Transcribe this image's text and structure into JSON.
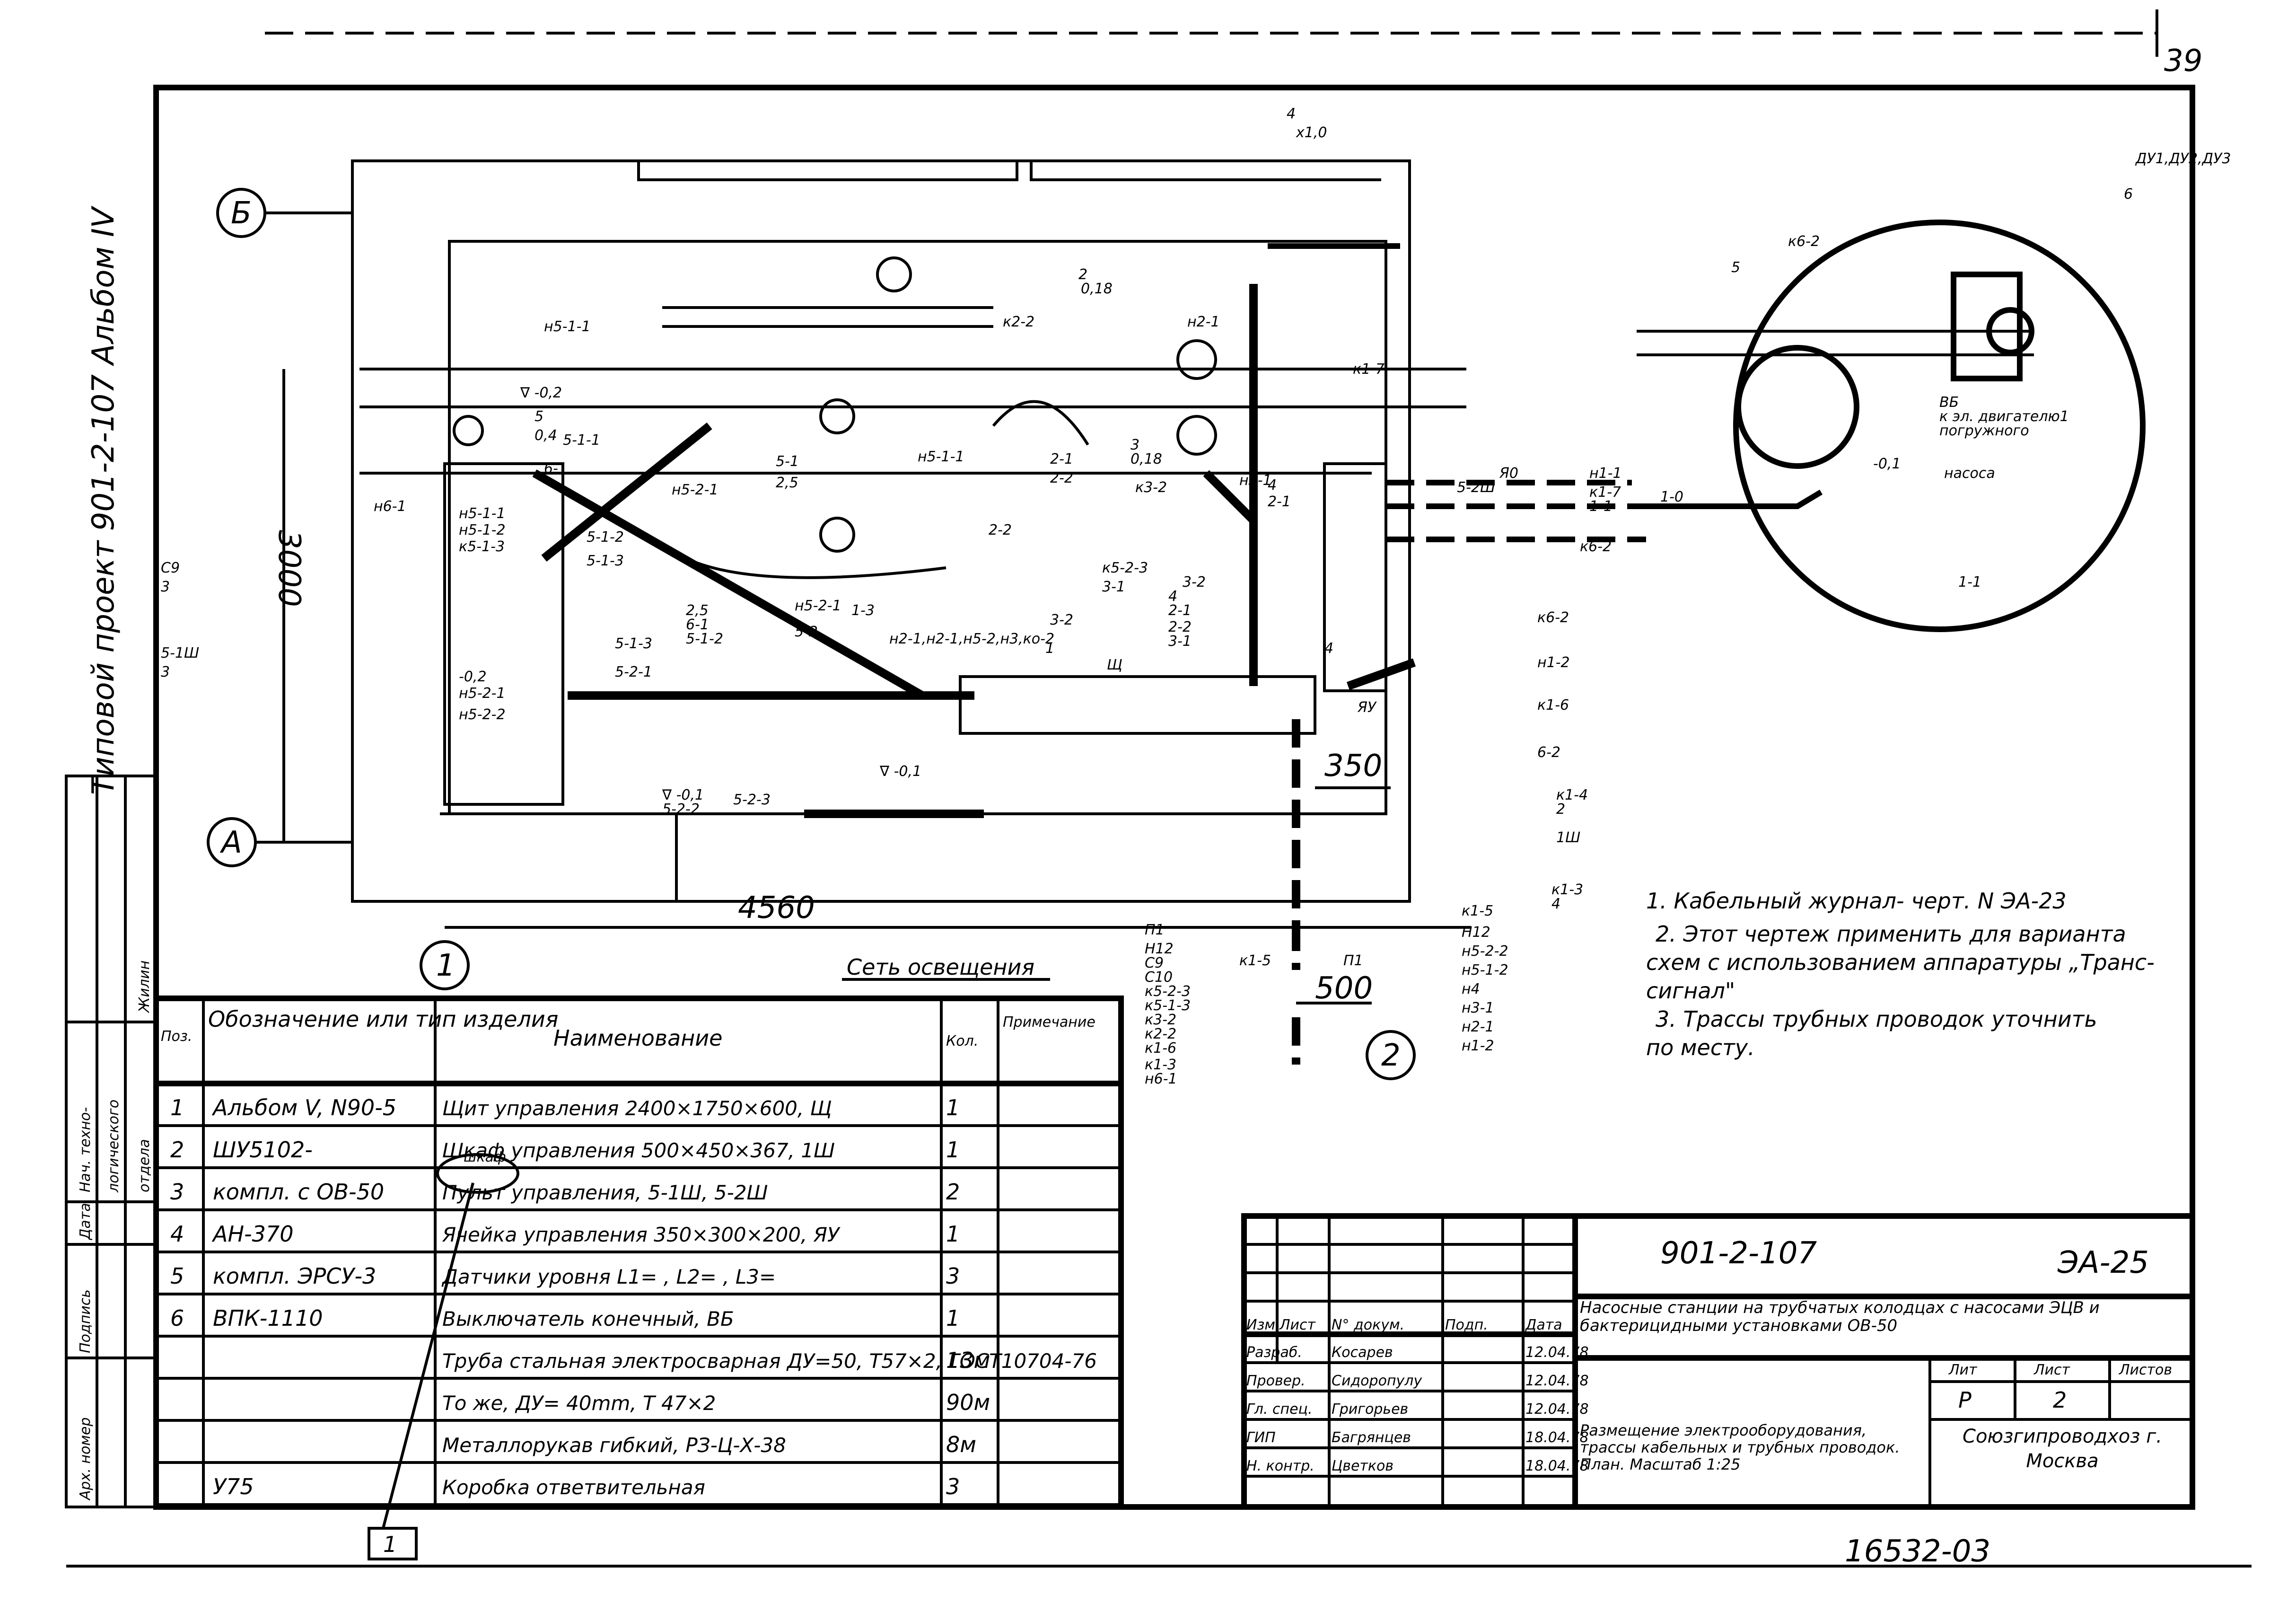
{
  "page_number": "39",
  "side_title": "Типовой проект 901-2-107 Альбом IV",
  "side_stamp": [
    "Нач. техно-",
    "логического",
    "отдела",
    "Жилин"
  ],
  "side_cols": [
    "Арх. номер",
    "Подпись",
    "Дата"
  ],
  "axes": {
    "b": "Б",
    "a": "А",
    "n1": "1",
    "n2": "2"
  },
  "dimensions": {
    "d3000": "3000",
    "d4560": "4560",
    "d350": "350",
    "d500": "500"
  },
  "lighting_label": "Сеть освещения",
  "callout_bottom": "1",
  "plan_labels": [
    "4",
    "x1,0",
    "2",
    "0,18",
    "к2-2",
    "н2-1",
    "н5-1-1",
    "∇ -0,2",
    "5",
    "0,4",
    "5-1-1",
    "6-1",
    "н6-1",
    "н5-1-1",
    "н5-1-2",
    "к5-1-3",
    "5-1-2",
    "5-1-3",
    "5-1",
    "2,5",
    "н5-2-1",
    "н5-1-1",
    "2-1",
    "2-2",
    "3",
    "0,18",
    "к3-2",
    "н3-1",
    "4",
    "2-1",
    "2-2",
    "н5-2-1",
    "5-2",
    "2,5",
    "6-1",
    "5-1-2",
    "5-1-3",
    "5-2-1",
    "-0,2",
    "н5-2-1",
    "н5-2-2",
    "к5-2-3",
    "3-1",
    "3-2",
    "4",
    "2-1",
    "2-2",
    "3-1",
    "3-2",
    "1",
    "Щ",
    "н2-1,н2-1,н5-2,н3,ко-2",
    "∇ -0,1",
    "5-2-2",
    "5-2-3",
    "∇ -0,1",
    "С9",
    "3",
    "5-1Ш",
    "3",
    "5-2Ш",
    "Я0",
    "н1-1",
    "к1-7",
    "1-1",
    "1-0",
    "к6-2",
    "к6-2",
    "н1-2",
    "к1-6",
    "6-2",
    "к1-4",
    "2",
    "1Ш",
    "к1-3",
    "4",
    "ЯУ",
    "к1-5",
    "П1",
    "к1-5",
    "Н12",
    "н5-2-2",
    "н5-1-2",
    "н4",
    "н3-1",
    "н2-1",
    "н1-2",
    "П1",
    "Н12",
    "С9",
    "С10",
    "к5-2-3",
    "к5-1-3",
    "к3-2",
    "к2-2",
    "к1-6",
    "к1-3",
    "н6-1",
    "к6-2",
    "5",
    "ДУ1,ДУ2,ДУ3",
    "6",
    "ВБ",
    "к эл. двигателю1",
    "погружного",
    "насоса",
    "-0,1",
    "1-1",
    "к1-7",
    "4",
    "1-3"
  ],
  "notes": [
    "1. Кабельный журнал- черт. N ЭА-23",
    "2. Этот чертеж применить для варианта",
    "схем с использованием аппаратуры „Транс-",
    "сигнал\"",
    "3. Трассы трубных проводок уточнить",
    "по месту."
  ],
  "spec_table": {
    "headers": [
      "Поз.",
      "Обозначение или тип изделия",
      "Наименование",
      "Кол.",
      "Примечание"
    ],
    "rows": [
      [
        "1",
        "Альбом V, N90-5",
        "Щит управления 2400×1750×600, Щ",
        "1",
        ""
      ],
      [
        "2",
        "ШУ5102-",
        "Шкаф управления 500×450×367, 1Ш",
        "1",
        ""
      ],
      [
        "3",
        "компл. с ОВ-50",
        "Пульт управления, 5-1Ш, 5-2Ш",
        "2",
        ""
      ],
      [
        "4",
        "АН-370",
        "Ячейка управления 350×300×200, ЯУ",
        "1",
        ""
      ],
      [
        "5",
        "компл. ЭРСУ-3",
        "Датчики уровня L1= , L2= , L3=",
        "3",
        ""
      ],
      [
        "6",
        "ВПК-1110",
        "Выключатель конечный, ВБ",
        "1",
        ""
      ],
      [
        "",
        "",
        "Труба стальная электросварная ДУ=50, Т57×2, ГОСТ10704-76",
        "13м",
        ""
      ],
      [
        "",
        "",
        "То же, ДУ= 40mm, Т 47×2",
        "90м",
        ""
      ],
      [
        "",
        "",
        "Металлорукав гибкий, РЗ-Ц-Х-38",
        "8м",
        ""
      ],
      [
        "",
        "У75",
        "Коробка ответвительная",
        "3",
        ""
      ]
    ],
    "correction": "шкаф"
  },
  "title_block": {
    "code": "901-2-107",
    "sheet_mark": "ЭА-25",
    "project_title": "Насосные станции на трубчатых колодцах с насосами ЭЦВ и бактерицидными установками ОВ-50",
    "drawing_title": "Размещение электрооборудования, трассы кабельных и трубных проводок. План. Масштаб 1:25",
    "stage_headers": [
      "Лит",
      "Лист",
      "Листов"
    ],
    "stage_values": [
      "Р",
      "2",
      ""
    ],
    "org": "Союзгипроводхоз г. Москва",
    "sig_headers": [
      "Изм",
      "Лист",
      "N° докум.",
      "Подп.",
      "Дата"
    ],
    "sig_rows": [
      [
        "Разраб.",
        "Косарев",
        "",
        "12.04.78"
      ],
      [
        "Провер.",
        "Сидоропулу",
        "",
        "12.04.78"
      ],
      [
        "Гл. спец.",
        "Григорьев",
        "",
        "12.04.78"
      ],
      [
        "ГИП",
        "Багрянцев",
        "",
        "18.04.78"
      ],
      [
        "Н. контр.",
        "Цветков",
        "",
        "18.04.78"
      ]
    ]
  },
  "bottom_code": "16532-03"
}
